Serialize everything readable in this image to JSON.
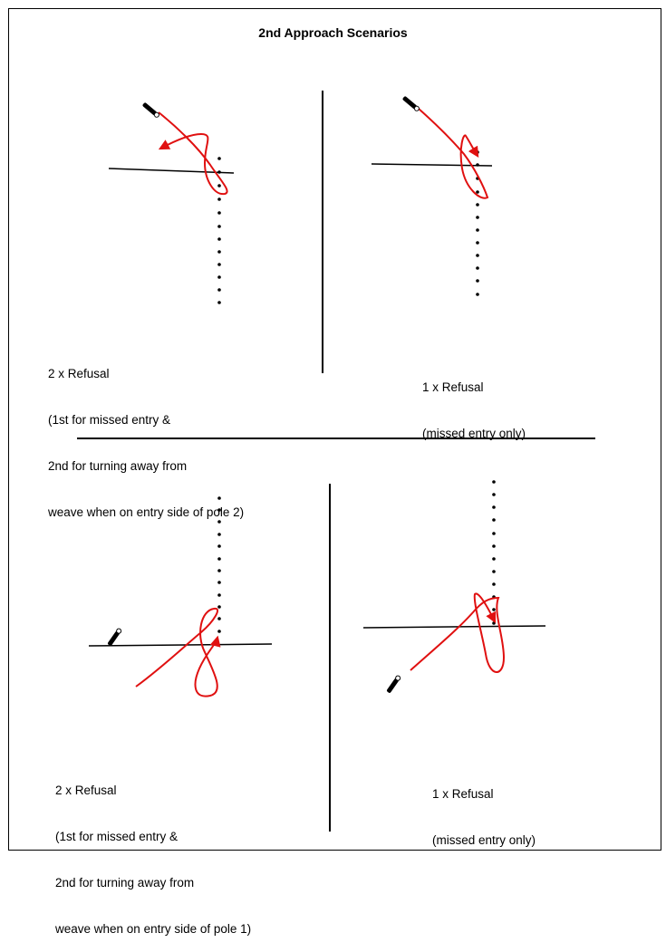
{
  "title": "2nd Approach Scenarios",
  "scenarios": [
    {
      "lines": [
        "2 x Refusal",
        "(1st for missed entry &",
        "2nd for turning away from",
        "weave when on entry side of pole 2)"
      ]
    },
    {
      "lines": [
        "1 x Refusal",
        "(missed entry only)"
      ]
    },
    {
      "lines": [
        "2 x Refusal",
        "(1st for missed entry &",
        "2nd for turning away from",
        "weave when on entry side of pole 1)"
      ]
    },
    {
      "lines": [
        "1 x Refusal",
        "(missed entry only)"
      ]
    }
  ],
  "colors": {
    "path": "#e01010",
    "line": "#000000"
  }
}
